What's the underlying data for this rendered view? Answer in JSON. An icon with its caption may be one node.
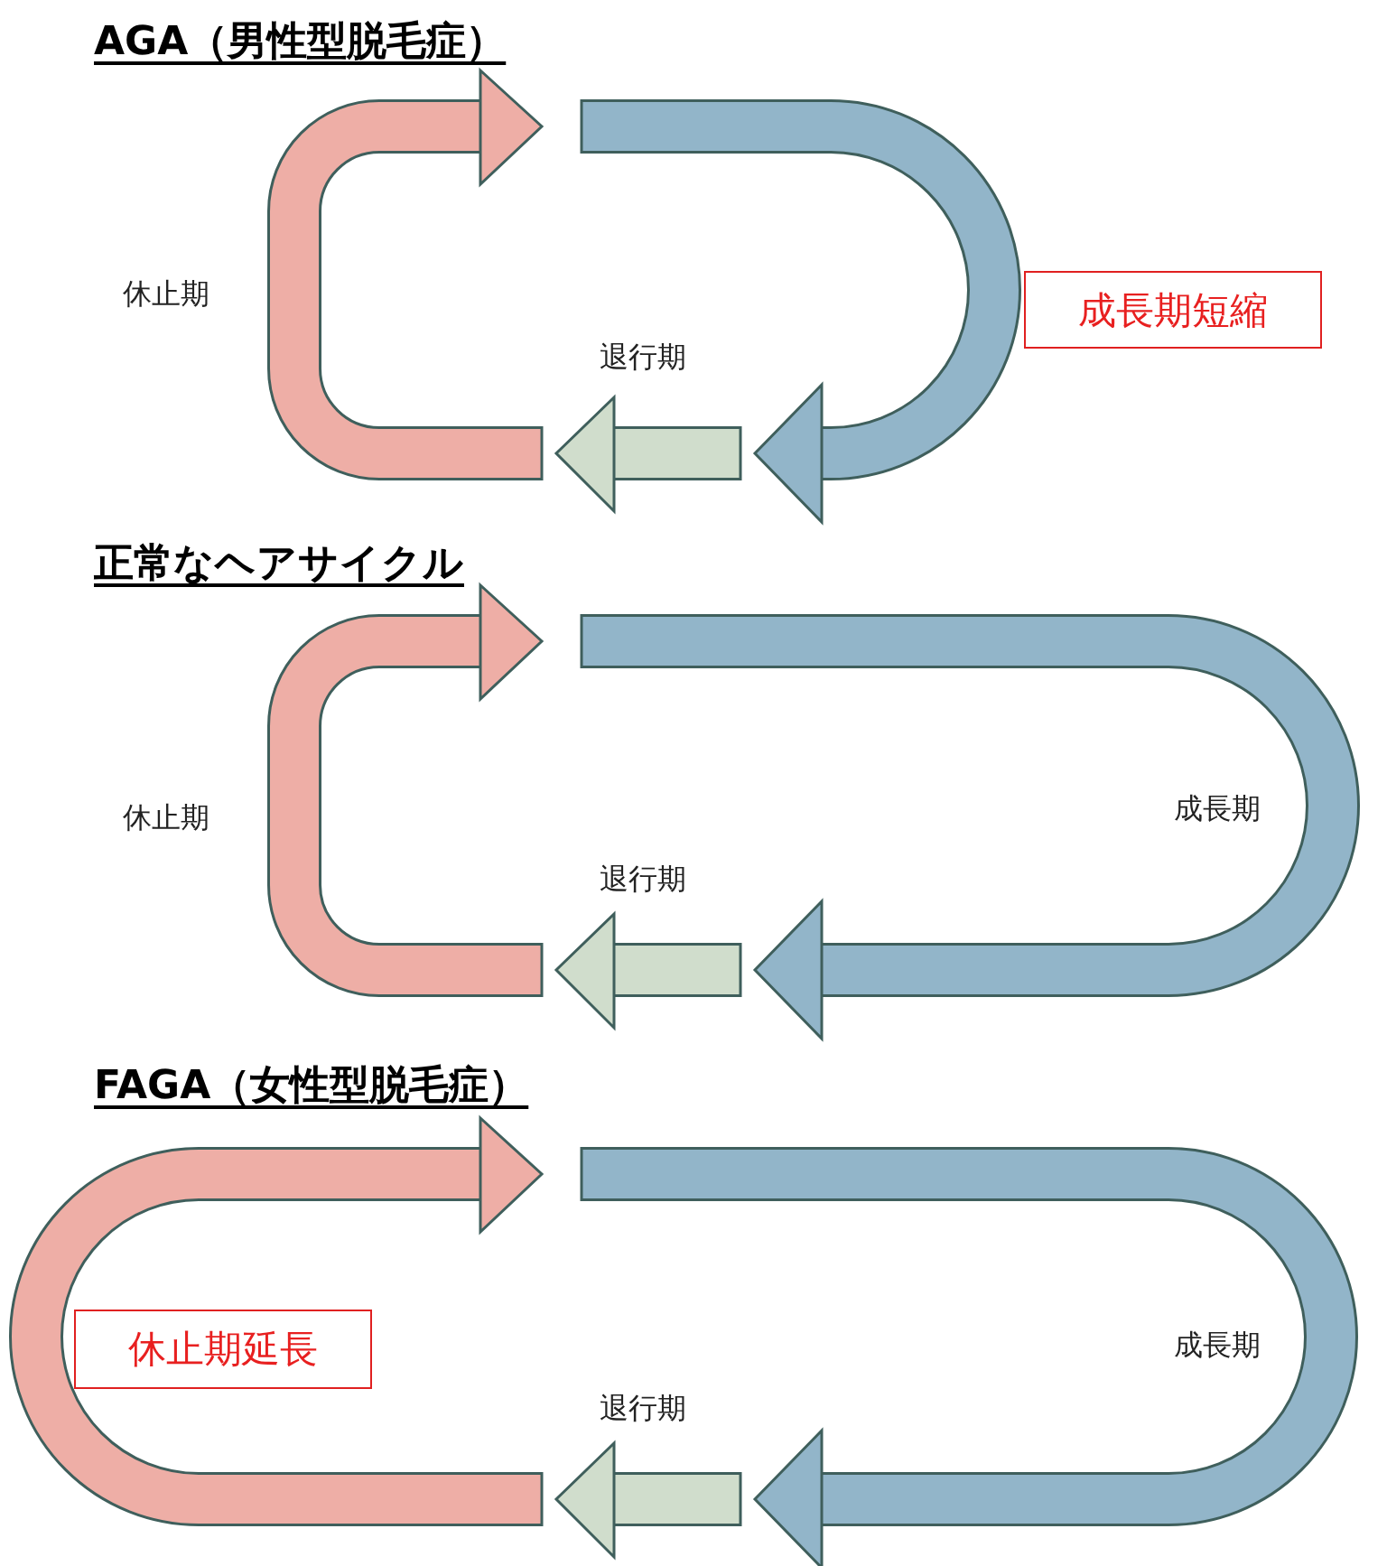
{
  "diagram": {
    "nodes": [
      {
        "text": [
          "成長期短縮"
        ]
      },
      {
        "text": [
          "休止期延長"
        ]
      }
    ],
    "labels": [
      "AGA（男性型脱毛症）",
      "休止期",
      "退行期",
      "正常なヘアサイクル",
      "休止期",
      "成長期",
      "退行期",
      "FAGA（女性型脱毛症）",
      "成長期",
      "退行期"
    ]
  }
}
